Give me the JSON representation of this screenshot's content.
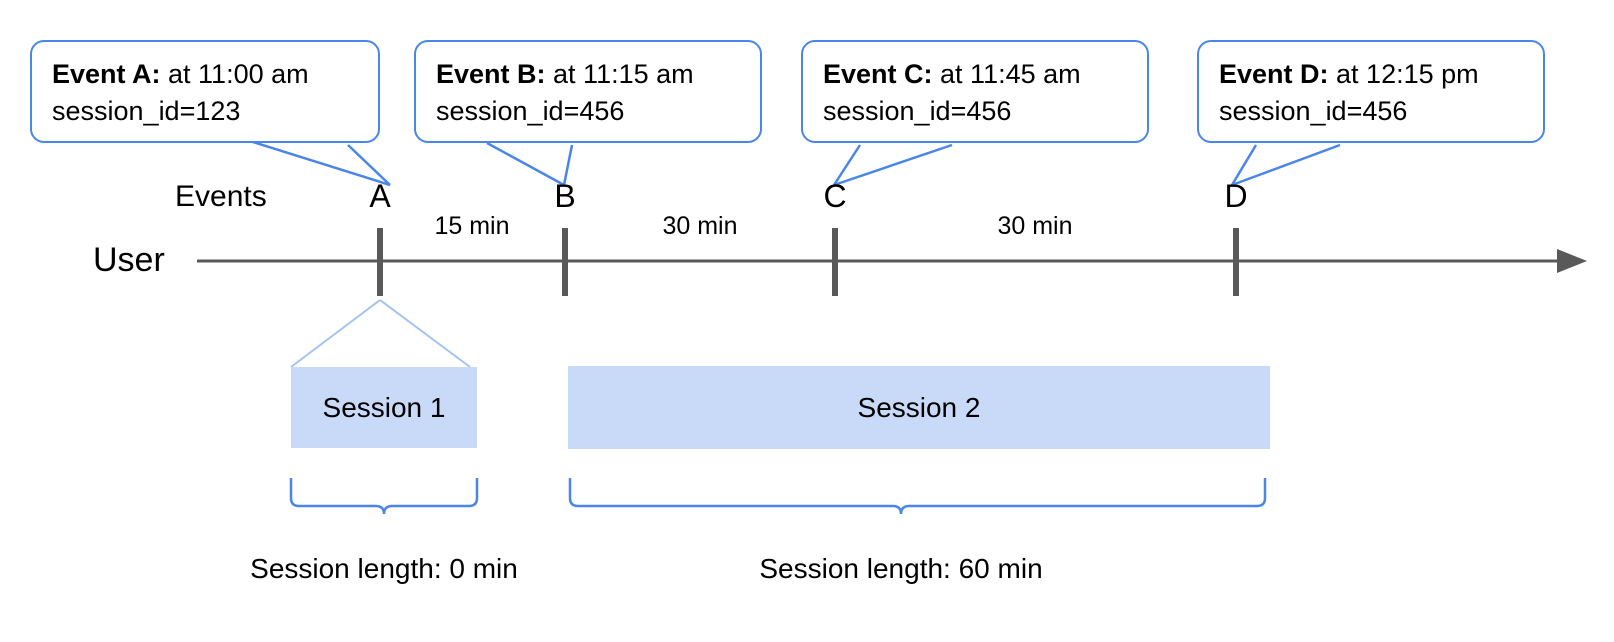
{
  "diagram": {
    "title_row_label": "Events",
    "axis_label": "User",
    "accent_color": "#4a86e8",
    "session_fill_color": "#c9daf8",
    "axis_color": "#595959",
    "events": [
      {
        "letter": "A",
        "callout_lead": "Event A:",
        "callout_time": " at 11:00 am",
        "callout_session": "session_id=123"
      },
      {
        "letter": "B",
        "callout_lead": "Event B:",
        "callout_time": " at 11:15 am",
        "callout_session": "session_id=456"
      },
      {
        "letter": "C",
        "callout_lead": "Event C:",
        "callout_time": " at 11:45 am",
        "callout_session": "session_id=456"
      },
      {
        "letter": "D",
        "callout_lead": "Event D:",
        "callout_time": " at 12:15 pm",
        "callout_session": "session_id=456"
      }
    ],
    "gaps": [
      {
        "label": "15 min"
      },
      {
        "label": "30 min"
      },
      {
        "label": "30 min"
      }
    ],
    "sessions": [
      {
        "name": "Session 1",
        "length_label": "Session length: 0 min"
      },
      {
        "name": "Session 2",
        "length_label": "Session length: 60 min"
      }
    ]
  }
}
